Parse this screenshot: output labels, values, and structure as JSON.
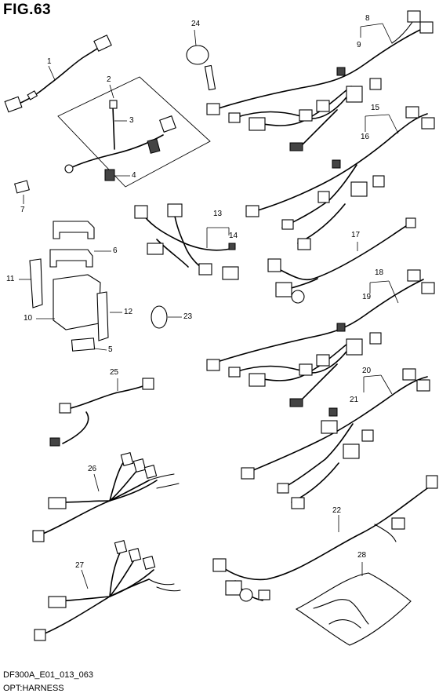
{
  "figure": {
    "title": "FIG.63",
    "footer_code": "DF300A_E01_013_063",
    "footer_caption": "OPT:HARNESS"
  },
  "callouts": {
    "c1": "1",
    "c2": "2",
    "c3": "3",
    "c4": "4",
    "c5": "5",
    "c6": "6",
    "c7": "7",
    "c8": "8",
    "c9": "9",
    "c10": "10",
    "c11": "11",
    "c12": "12",
    "c13": "13",
    "c14": "14",
    "c15": "15",
    "c16": "16",
    "c17": "17",
    "c18": "18",
    "c19": "19",
    "c20": "20",
    "c21": "21",
    "c22": "22",
    "c23": "23",
    "c24": "24",
    "c25": "25",
    "c26": "26",
    "c27": "27",
    "c28": "28"
  }
}
